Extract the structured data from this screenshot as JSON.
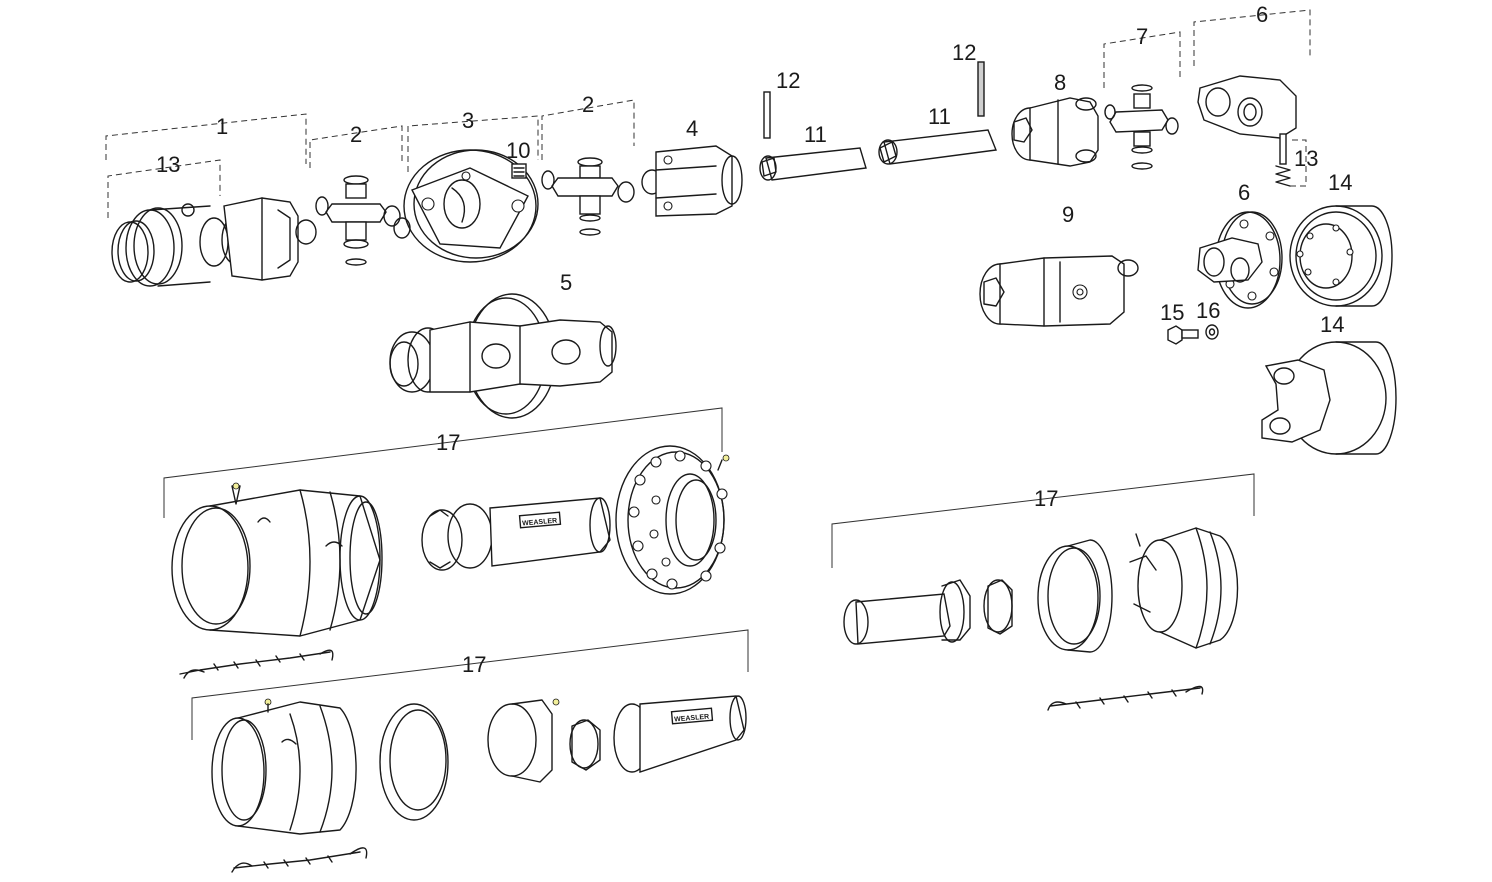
{
  "diagram": {
    "callouts": [
      {
        "id": "c1",
        "text": "1"
      },
      {
        "id": "c13a",
        "text": "13"
      },
      {
        "id": "c2a",
        "text": "2"
      },
      {
        "id": "c3",
        "text": "3"
      },
      {
        "id": "c10",
        "text": "10"
      },
      {
        "id": "c2b",
        "text": "2"
      },
      {
        "id": "c4",
        "text": "4"
      },
      {
        "id": "c12a",
        "text": "12"
      },
      {
        "id": "c11a",
        "text": "11"
      },
      {
        "id": "c11b",
        "text": "11"
      },
      {
        "id": "c12b",
        "text": "12"
      },
      {
        "id": "c8",
        "text": "8"
      },
      {
        "id": "c7",
        "text": "7"
      },
      {
        "id": "c6a",
        "text": "6"
      },
      {
        "id": "c13b",
        "text": "13"
      },
      {
        "id": "c14a",
        "text": "14"
      },
      {
        "id": "c6b",
        "text": "6"
      },
      {
        "id": "c9",
        "text": "9"
      },
      {
        "id": "c15",
        "text": "15"
      },
      {
        "id": "c16",
        "text": "16"
      },
      {
        "id": "c14b",
        "text": "14"
      },
      {
        "id": "c5",
        "text": "5"
      },
      {
        "id": "c17a",
        "text": "17"
      },
      {
        "id": "c17b",
        "text": "17"
      },
      {
        "id": "c17c",
        "text": "17"
      }
    ],
    "brand_marks": [
      {
        "id": "b1",
        "text": "WEASLER"
      },
      {
        "id": "b2",
        "text": "WEASLER"
      }
    ],
    "colors": {
      "line": "#1a1a1a",
      "highlight": "#f2ef9a",
      "background": "#ffffff"
    }
  }
}
